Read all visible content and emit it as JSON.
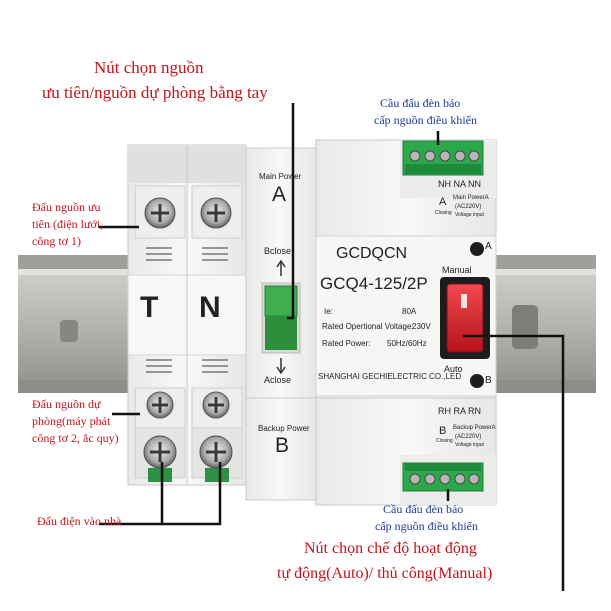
{
  "annotations": {
    "top_title_line1": "Nút chọn nguồn",
    "top_title_line2": "ưu tiên/nguồn dự phòng bằng tay",
    "top_right_line1": "Cầu đấu đèn báo",
    "top_right_line2": "cấp nguồn điều khiển",
    "left_primary_line1": "Đấu nguồn ưu",
    "left_primary_line2": "tiên (điện lưới,",
    "left_primary_line3": "công tơ 1)",
    "left_backup_line1": "Đấu nguồn dự",
    "left_backup_line2": "phòng(máy phát",
    "left_backup_line3": "công tơ 2, ắc quy)",
    "left_output": "Đấu điện vào nhà",
    "bottom_right_line1": "Cầu đấu đèn báo",
    "bottom_right_line2": "cấp nguồn điều khiển",
    "bottom_mode_line1": "Nút chọn chế độ hoạt động",
    "bottom_mode_line2": "tự động(Auto)/ thủ công(Manual)"
  },
  "device": {
    "brand": "GCDQCN",
    "model": "GCQ4-125/2P",
    "main_power_label": "Main Power",
    "letter_a": "A",
    "letter_b": "B",
    "bclose": "Bclose",
    "aclose": "Aclose",
    "backup_power_label": "Backup Power",
    "pole_t": "T",
    "pole_n": "N",
    "spec_ie_label": "Ie:",
    "spec_ie_value": "80A",
    "spec_voltage_label": "Rated Opertional Voltage:",
    "spec_voltage_value": "230V",
    "spec_power_label": "Rated Power:",
    "spec_power_value": "50Hz/60Hz",
    "manufacturer": "SHANGHAI GECHIELECTRIC CO.,LED",
    "manual_label": "Manual",
    "auto_label": "Auto",
    "ctrl_top_terms": "NH NA NN",
    "ctrl_top_a": "A",
    "ctrl_top_closing": "Closing",
    "ctrl_top_main_power": "Main PowerA",
    "ctrl_top_voltage": "(AC220V)",
    "ctrl_top_input": "Voltage input",
    "ctrl_bot_terms": "RH RA RN",
    "ctrl_bot_b": "B",
    "ctrl_bot_closing": "Closing",
    "ctrl_bot_backup_power": "Backup PowerA",
    "ctrl_bot_voltage": "(AC220V)",
    "ctrl_bot_input": "Voltage input",
    "indicator_a": "A",
    "indicator_b": "B"
  },
  "colors": {
    "annotation_red": "#c0161d",
    "annotation_blue": "#1e3a9a",
    "terminal_green": "#2aa84a",
    "switch_green": "#3fae4c",
    "rocker_red": "#d4202a",
    "housing_white": "#f4f5f4",
    "rail_gray": "#b9bab5"
  }
}
